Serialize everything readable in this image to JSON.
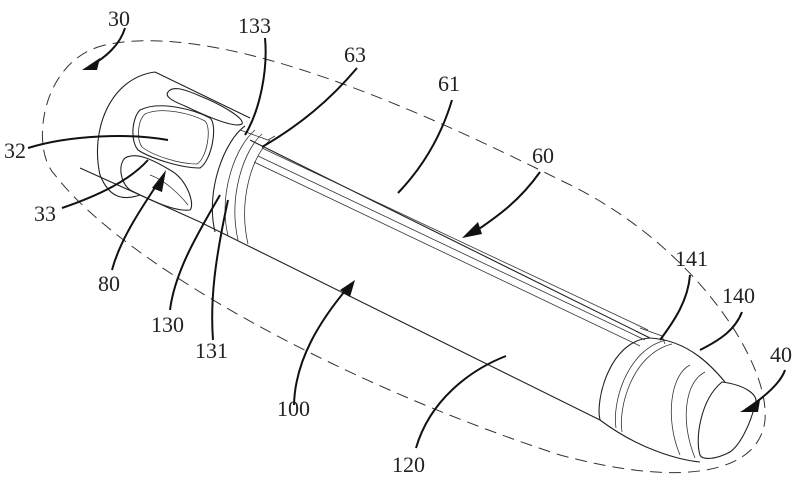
{
  "figure": {
    "type": "patent perspective drawing",
    "labels": {
      "l30": "30",
      "l133": "133",
      "l63": "63",
      "l61": "61",
      "l60": "60",
      "l32": "32",
      "l33": "33",
      "l80": "80",
      "l130": "130",
      "l131": "131",
      "l100": "100",
      "l120": "120",
      "l141": "141",
      "l140": "140",
      "l40": "40"
    },
    "colors": {
      "line": "#222222",
      "background": "#ffffff"
    }
  }
}
